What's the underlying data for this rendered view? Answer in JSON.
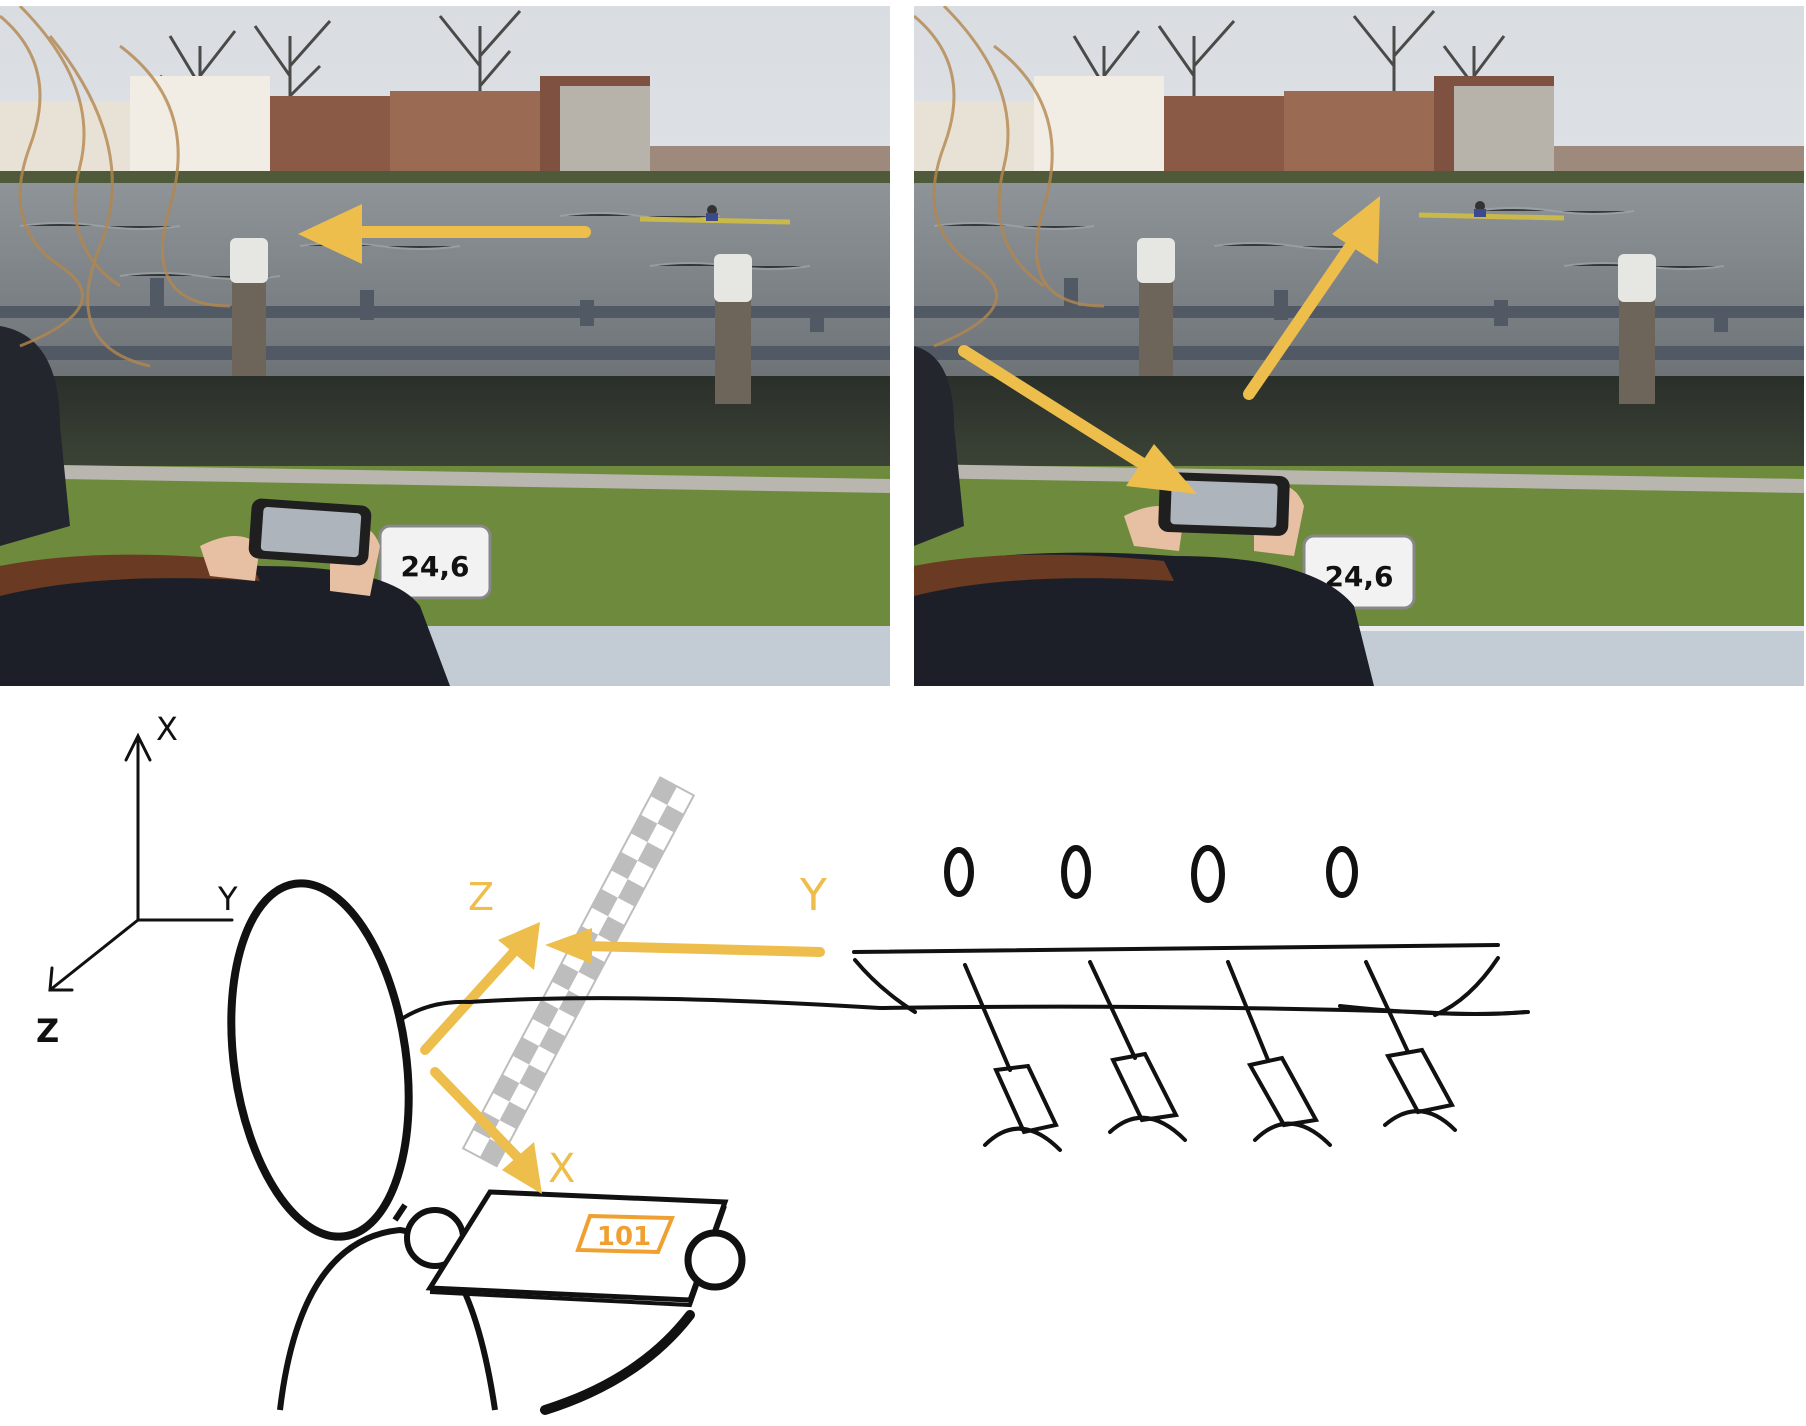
{
  "photos": [
    {
      "marker_text": "24,6",
      "arrow_color": "#EDBE4C"
    },
    {
      "marker_text": "24,6",
      "arrow_color": "#EDBE4C"
    }
  ],
  "sketch": {
    "world_axes": {
      "x": "X",
      "y": "Y",
      "z": "Z"
    },
    "device_axes": {
      "x": "X",
      "y": "Y",
      "z": "Z"
    },
    "device_screen_text": "101",
    "colors": {
      "ink": "#111111",
      "accent": "#EDBE4C",
      "device": "#F0A030",
      "checker": "#BDBDBD"
    }
  }
}
